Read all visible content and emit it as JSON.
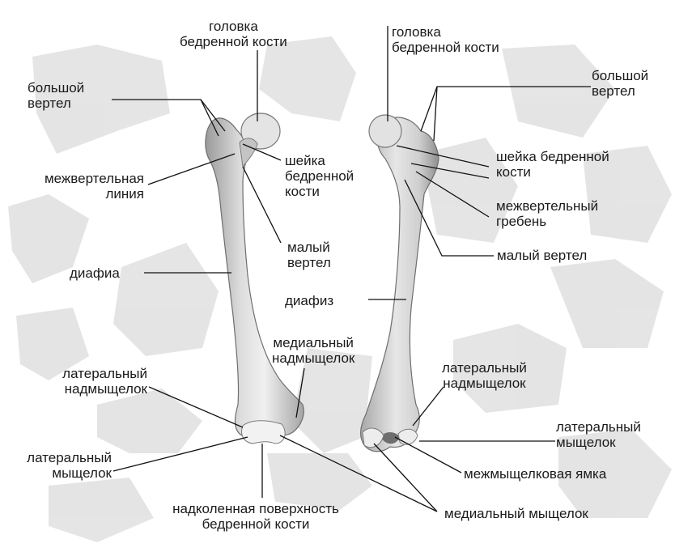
{
  "left_view": {
    "femoral_head": [
      "головка",
      "бедренной кости"
    ],
    "greater_trochanter": [
      "большой",
      "вертел"
    ],
    "femoral_neck": [
      "шейка",
      "бедренной",
      "кости"
    ],
    "intertrochanteric_line": [
      "межвертельная",
      "линия"
    ],
    "lesser_trochanter": [
      "малый",
      "вертел"
    ],
    "shaft": "диафиа",
    "medial_epicondyle": [
      "медиальный",
      "надмыщелок"
    ],
    "lateral_epicondyle": [
      "латеральный",
      "надмыщелок"
    ],
    "lateral_condyle": [
      "латеральный",
      "мыщелок"
    ],
    "patellar_surface": [
      "надколенная поверхность",
      "бедренной кости"
    ]
  },
  "right_view": {
    "femoral_head": [
      "головка",
      "бедренной кости"
    ],
    "greater_trochanter": [
      "большой",
      "вертел"
    ],
    "femoral_neck": [
      "шейка бедренной",
      "кости"
    ],
    "intertrochanteric_crest": [
      "межвертельный",
      "гребень"
    ],
    "lesser_trochanter": "малый вертел",
    "shaft": "диафиз",
    "lateral_epicondyle": [
      "латеральный",
      "надмыщелок"
    ],
    "lateral_condyle": [
      "латеральный",
      "мыщелок"
    ],
    "intercondylar_fossa": "межмыщелковая ямка",
    "medial_condyle": "медиальный мыщелок"
  },
  "colors": {
    "bone_light": "#ededed",
    "bone_mid": "#c9c9c9",
    "bone_dark": "#8e8e8e",
    "background_mottle": "#d9d9d9",
    "leader_line": "#111111"
  }
}
